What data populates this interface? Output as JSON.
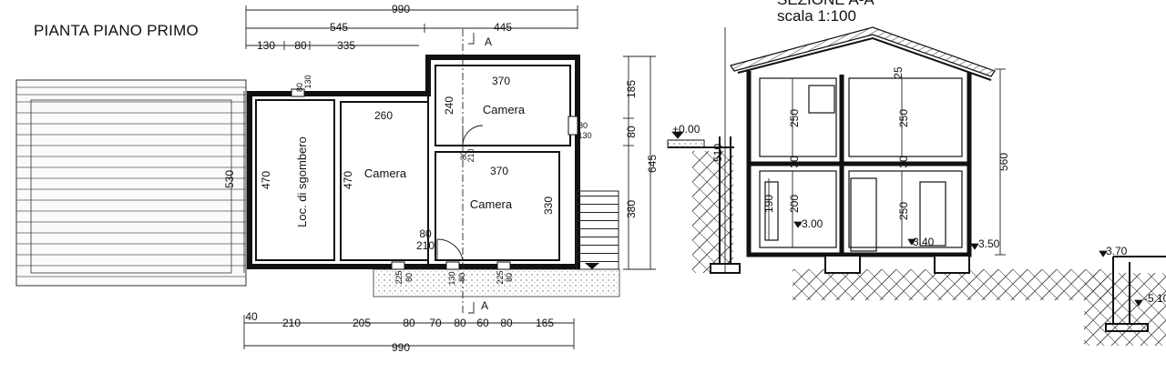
{
  "plan": {
    "title": "PIANTA PIANO PRIMO",
    "rooms": [
      "Camera",
      "Camera",
      "Camera",
      "Loc. di sgombero"
    ],
    "top_dims": {
      "total": "990",
      "row2": [
        "545",
        "445"
      ],
      "row3": [
        "130",
        "80",
        "335"
      ]
    },
    "bottom_dims": {
      "total": "990",
      "row1": [
        "40",
        "210",
        "205",
        "80",
        "70",
        "80",
        "60",
        "80",
        "165"
      ]
    },
    "inner_dims": [
      "370",
      "240",
      "260",
      "370",
      "470",
      "470",
      "330",
      "530"
    ],
    "right_dims": [
      "185",
      "80",
      "380",
      "645"
    ],
    "openings": [
      "80",
      "130",
      "80",
      "130",
      "80",
      "210",
      "80",
      "210",
      "80",
      "225",
      "80",
      "130",
      "80",
      "225"
    ],
    "section_mark": "A"
  },
  "section": {
    "title": "SEZIONE A-A",
    "scale": "scala 1:100",
    "levels": [
      "+0.00",
      "-3.00",
      "-3.40",
      "-3.50",
      "-3.70",
      "-5.10"
    ],
    "heights": [
      "25",
      "250",
      "250",
      "30",
      "30",
      "250",
      "200",
      "190",
      "250",
      "510",
      "560"
    ]
  }
}
